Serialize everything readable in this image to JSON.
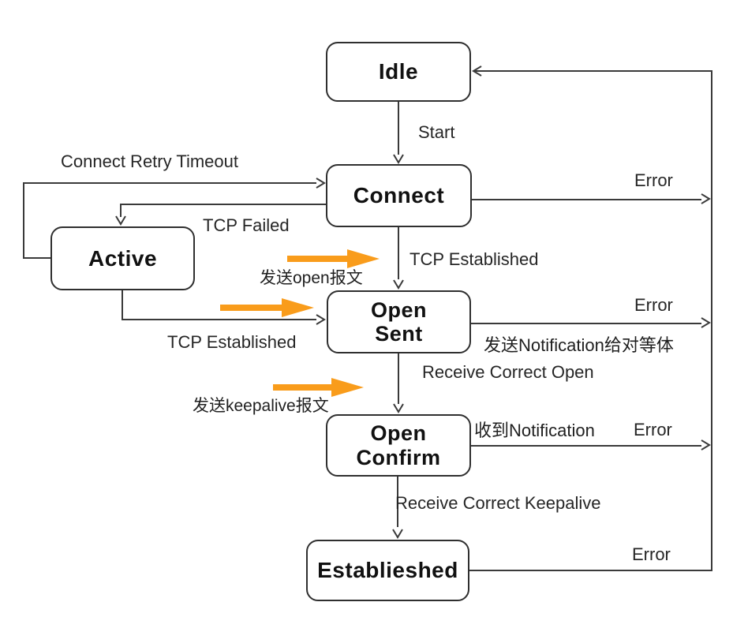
{
  "colors": {
    "background": "#ffffff",
    "line": "#3a3a3a",
    "box_border": "#2f2f2f",
    "box_fill": "#ffffff",
    "state_text": "#111111",
    "label_text": "#262626",
    "arrow_orange": "#F99C1B"
  },
  "states": {
    "idle": {
      "label": "Idle"
    },
    "connect": {
      "label": "Connect"
    },
    "active": {
      "label": "Active"
    },
    "open_sent": {
      "label": "Open\nSent"
    },
    "open_confirm": {
      "label": "Open\nConfirm"
    },
    "established": {
      "label": "Establieshed"
    }
  },
  "transitions": {
    "start": "Start",
    "connect_retry_timeout": "Connect Retry Timeout",
    "tcp_failed": "TCP Failed",
    "tcp_established_from_connect": "TCP Established",
    "tcp_established_from_active": "TCP Established",
    "receive_correct_open": "Receive Correct Open",
    "receive_correct_keepalive": "Receive Correct Keepalive",
    "error_connect": "Error",
    "error_open_sent": "Error",
    "error_open_confirm": "Error",
    "error_established": "Error"
  },
  "annotations": {
    "send_open": "发送open报文",
    "send_keepalive": "发送keepalive报文",
    "send_notification_to_peer": "发送Notification给对等体",
    "received_notification": "收到Notification"
  }
}
